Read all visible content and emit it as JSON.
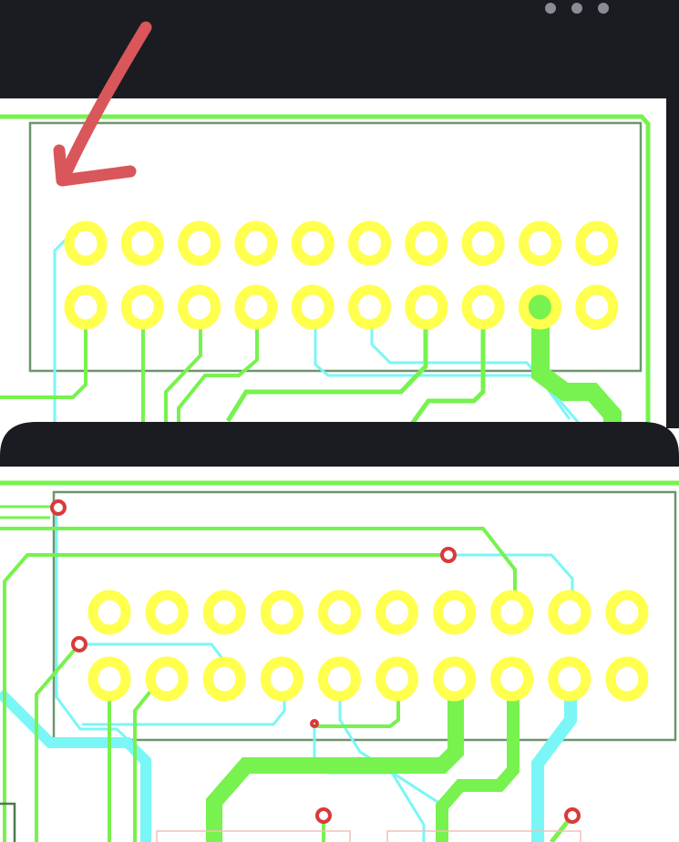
{
  "colors": {
    "chrome": "#1a1c22",
    "top_trace": "#77f24e",
    "bottom_trace": "#7af6f6",
    "pad": "#ffff4d",
    "via": "#d93a3a",
    "outline": "#4a7a4a",
    "annotation_arrow": "#d9565a",
    "menu_dots": "#8a8d96"
  },
  "top_panel": {
    "menu_icon": "more-horizontal-icon",
    "header": {
      "pins_per_row": 10,
      "rows": 2,
      "filled_pad_index": 8
    }
  },
  "bottom_panel": {
    "header": {
      "pins_per_row": 10,
      "rows": 2
    }
  }
}
